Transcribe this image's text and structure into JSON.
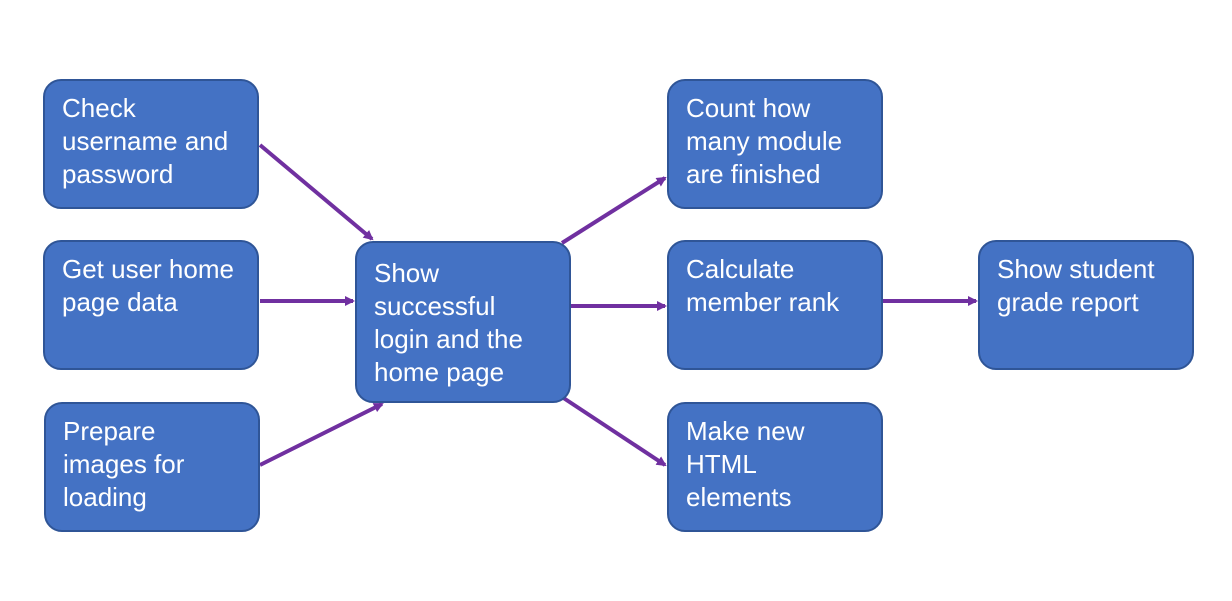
{
  "colors": {
    "node_fill": "#4472c4",
    "node_border": "#2f5597",
    "node_text": "#ffffff",
    "arrow": "#7030a0"
  },
  "nodes": {
    "check": "Check\nusername and\npassword",
    "get": "Get user home\npage data",
    "prepare": "Prepare\nimages for\nloading",
    "show": "Show\nsuccessful\nlogin and the\nhome page",
    "count": "Count how\nmany module\nare finished",
    "calc": "Calculate\nmember rank",
    "make": "Make new\nHTML\nelements",
    "grade": "Show student\ngrade report"
  },
  "edges": [
    {
      "from": "check",
      "to": "show"
    },
    {
      "from": "get",
      "to": "show"
    },
    {
      "from": "prepare",
      "to": "show"
    },
    {
      "from": "show",
      "to": "count"
    },
    {
      "from": "show",
      "to": "calc"
    },
    {
      "from": "show",
      "to": "make"
    },
    {
      "from": "calc",
      "to": "grade"
    }
  ]
}
